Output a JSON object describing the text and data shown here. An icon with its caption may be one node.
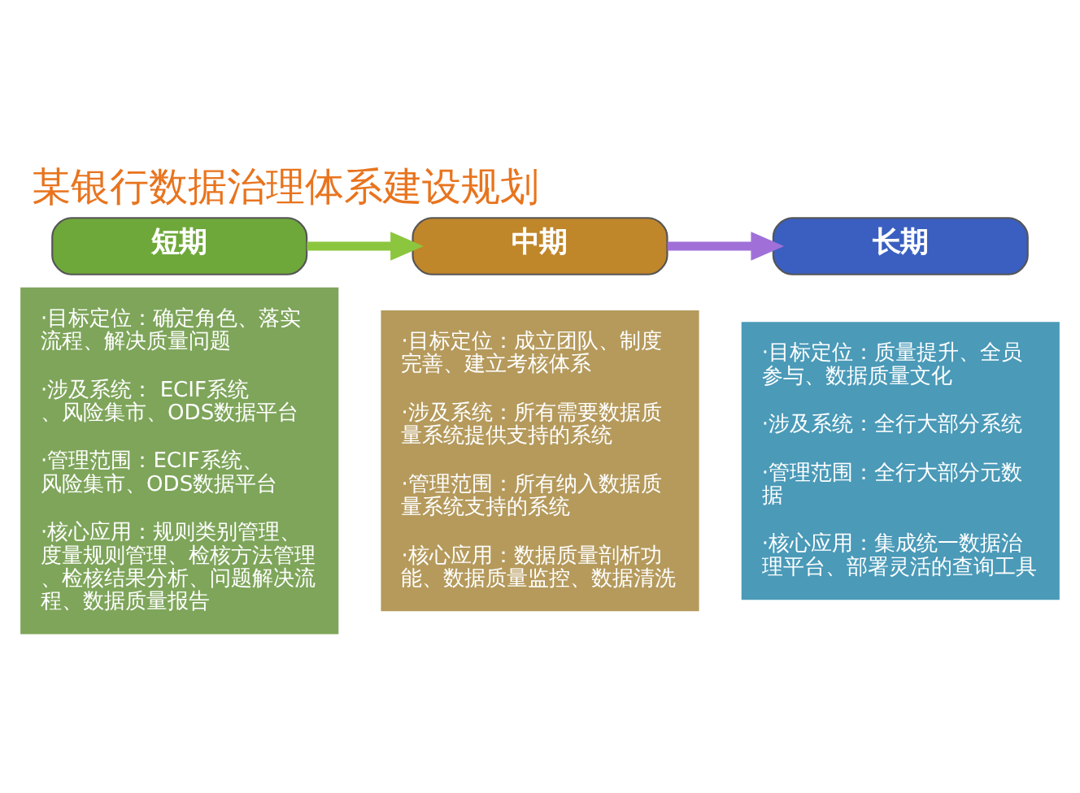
{
  "diagram": {
    "title": "某银行数据治理体系建设规划",
    "nodes": [
      {
        "text": [
          "短期"
        ]
      },
      {
        "text": [
          "·目标定位：确定角色、落实流程、解决质量问题",
          "·涉及系统： ECIF系统、风险集市、ODS数据平台",
          "·管理范围：ECIF系统、风险集市、ODS数据平台",
          "·核心应用：规则类别管理、度量规则管理、检核方法管理、检核结果分析、问题解决流程、数据质量报告"
        ]
      },
      {
        "text": [
          "中期"
        ]
      },
      {
        "text": [
          "·目标定位：成立团队、制度完善、建立考核体系",
          "·涉及系统：所有需要数据质量系统提供支持的系统",
          "·管理范围：所有纳入数据质量系统支持的系统",
          "·核心应用：数据质量剖析功能、数据质量监控、数据清洗"
        ]
      },
      {
        "text": [
          "长期"
        ]
      },
      {
        "text": [
          "·目标定位：质量提升、全员参与、数据质量文化",
          "·涉及系统：全行大部分系统",
          "·管理范围：全行大部分元数据",
          "·核心应用：集成统一数据治理平台、部署灵活的查询工具"
        ]
      }
    ],
    "edges": [
      {
        "from": 0,
        "to": 2,
        "arrow": "to",
        "color": "#8cc63f"
      },
      {
        "from": 2,
        "to": 4,
        "arrow": "to",
        "color": "#a070d8"
      }
    ]
  }
}
